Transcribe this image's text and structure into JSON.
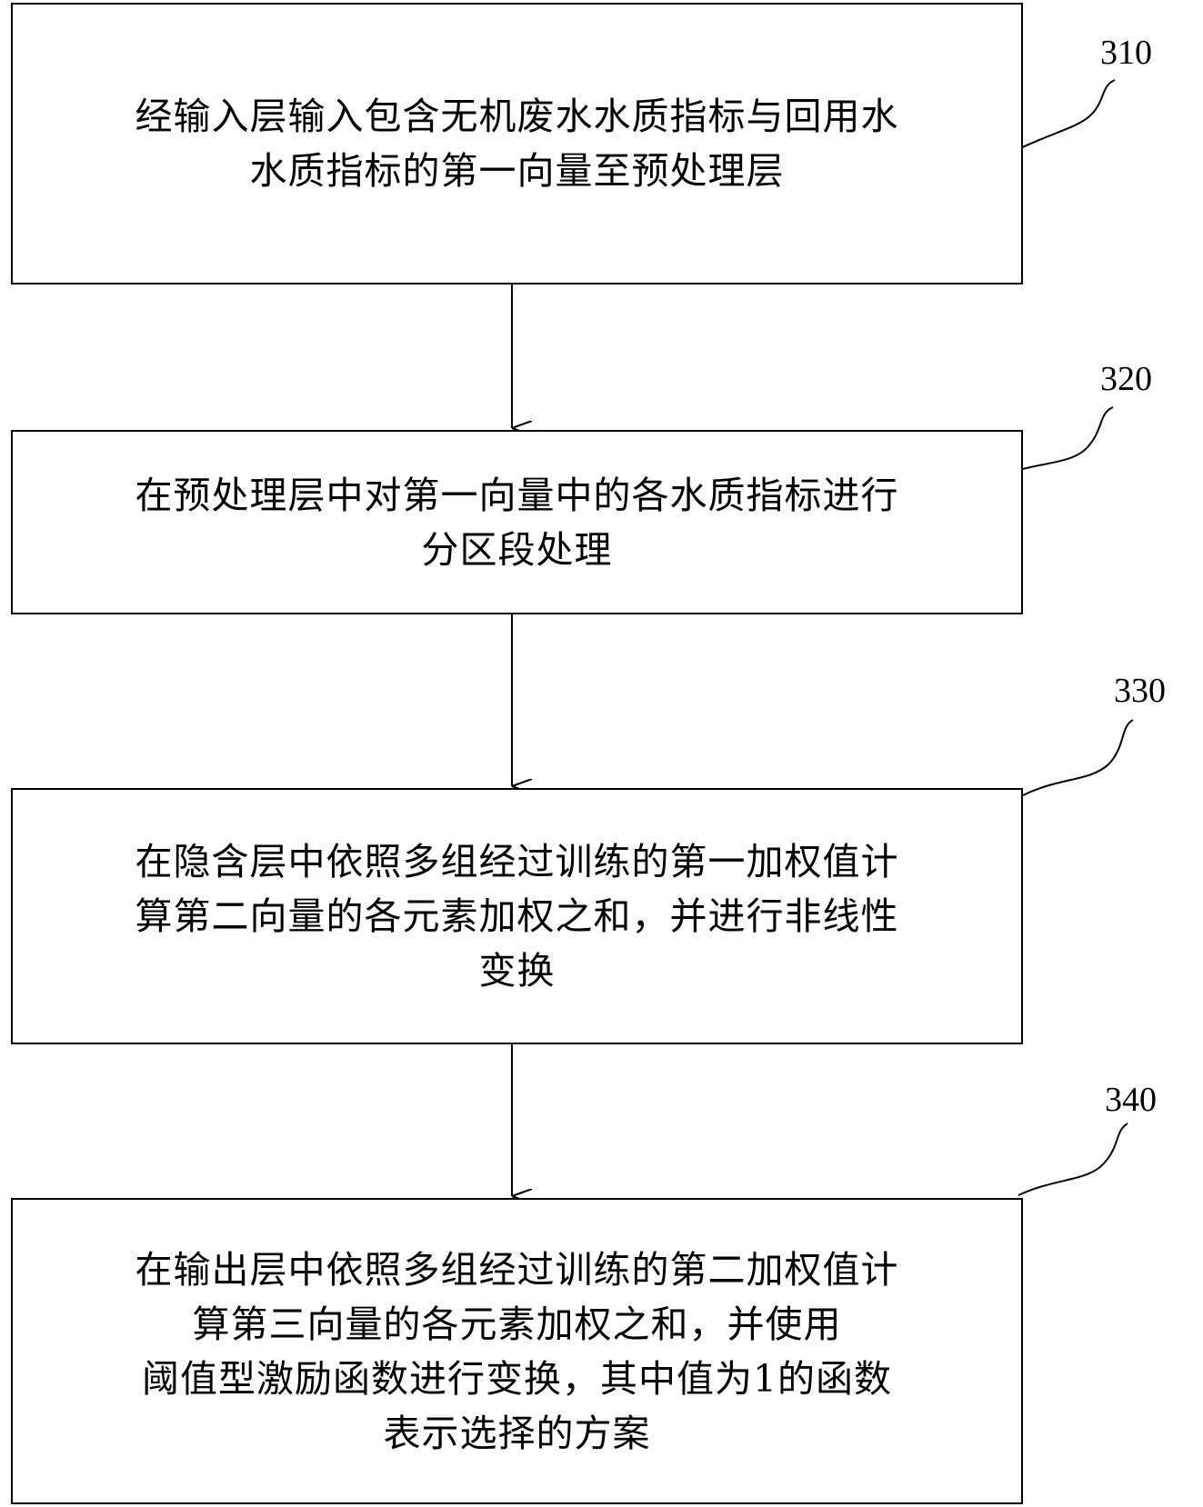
{
  "steps": [
    {
      "id": "310",
      "lines": [
        "经输入层输入包含无机废水水质指标与回用水",
        "水质指标的第一向量至预处理层"
      ]
    },
    {
      "id": "320",
      "lines": [
        "在预处理层中对第一向量中的各水质指标进行",
        "分区段处理"
      ]
    },
    {
      "id": "330",
      "lines": [
        "在隐含层中依照多组经过训练的第一加权值计",
        "算第二向量的各元素加权之和，并进行非线性",
        "变换"
      ]
    },
    {
      "id": "340",
      "lines": [
        "在输出层中依照多组经过训练的第二加权值计",
        "算第三向量的各元素加权之和，并使用",
        "阈值型激励函数进行变换，其中值为1的函数",
        "表示选择的方案"
      ]
    }
  ],
  "colors": {
    "stroke": "#000000",
    "background": "#ffffff"
  }
}
